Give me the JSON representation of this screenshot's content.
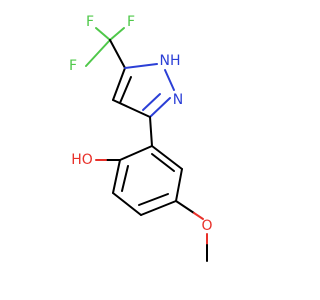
{
  "molecule": {
    "atoms": [
      {
        "id": "F1",
        "symbol": "F",
        "color": "#4fc84a"
      },
      {
        "id": "F2",
        "symbol": "F",
        "color": "#4fc84a"
      },
      {
        "id": "F3",
        "symbol": "F",
        "color": "#4fc84a"
      },
      {
        "id": "N1",
        "symbol": "NH",
        "color": "#2b3fd6"
      },
      {
        "id": "N2",
        "symbol": "N",
        "color": "#2b3fd6"
      },
      {
        "id": "O1",
        "symbol": "HO",
        "color": "#e8312a"
      },
      {
        "id": "O2",
        "symbol": "O",
        "color": "#e8312a"
      }
    ],
    "colors": {
      "carbon_bond": "#000000",
      "oxygen": "#e8312a",
      "nitrogen": "#2b3fd6",
      "fluorine": "#4fc84a"
    }
  }
}
